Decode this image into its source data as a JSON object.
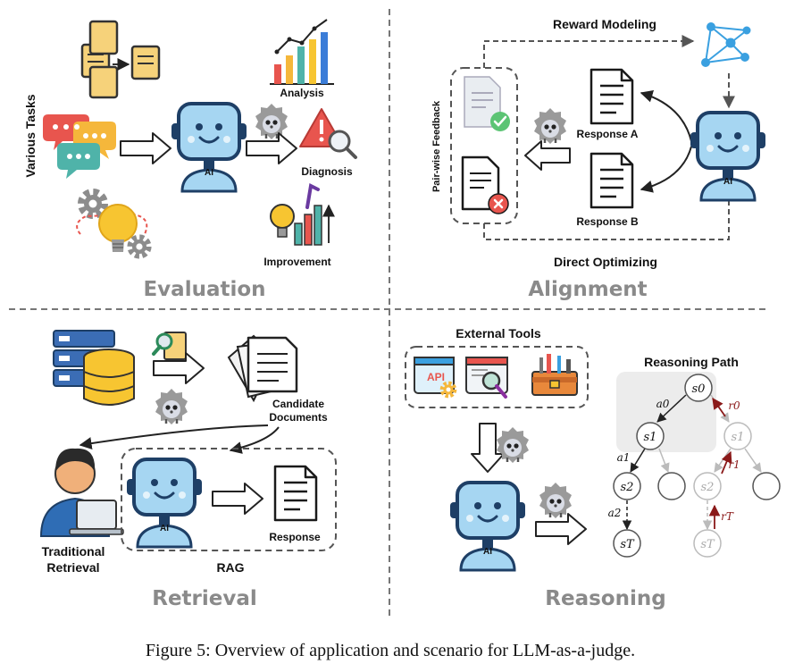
{
  "quadrants": {
    "evaluation": {
      "title": "Evaluation",
      "side_label": "Various Tasks",
      "outputs": [
        "Analysis",
        "Diagnosis",
        "Improvement"
      ],
      "robot_label": "AI"
    },
    "alignment": {
      "title": "Alignment",
      "top_label": "Reward Modeling",
      "bottom_label": "Direct Optimizing",
      "feedback_label": "Pair-wise Feedback",
      "responses": [
        "Response A",
        "Response B"
      ],
      "robot_label": "AI"
    },
    "retrieval": {
      "title": "Retrieval",
      "candidate_label_line1": "Candidate",
      "candidate_label_line2": "Documents",
      "traditional_line1": "Traditional",
      "traditional_line2": "Retrieval",
      "rag_label": "RAG",
      "response_label": "Response",
      "robot_label": "AI"
    },
    "reasoning": {
      "title": "Reasoning",
      "tools_label": "External Tools",
      "api_text": "API",
      "path_label": "Reasoning Path",
      "robot_label": "AI",
      "nodes": {
        "s0": "s0",
        "s1": "s1",
        "s2": "s2",
        "sT": "sT"
      },
      "actions": [
        "a0",
        "a1",
        "a2"
      ],
      "rewards": [
        "r0",
        "r1",
        "rT"
      ]
    }
  },
  "caption": "Figure 5: Overview of application and scenario for LLM-as-a-judge.",
  "colors": {
    "robot_screen": "#a6d6f2",
    "robot_body": "#1e3f66",
    "divider": "#777777",
    "reward_red": "#8b1a1a",
    "quad_title": "#8a8a8a"
  }
}
